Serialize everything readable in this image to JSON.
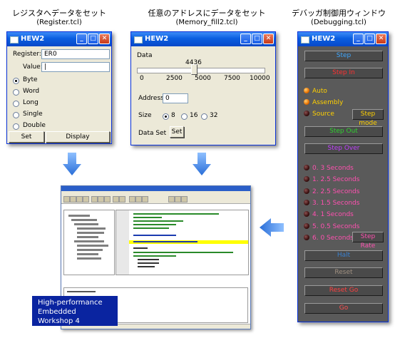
{
  "captions": {
    "left_title": "レジスタへデータをセット",
    "left_sub": "(Register.tcl)",
    "mid_title": "任意のアドレスにデータをセット",
    "mid_sub": "(Memory_fill2.tcl)",
    "right_title": "デバッガ制御用ウィンドウ",
    "right_sub": "(Debugging.tcl)"
  },
  "window_title": "HEW2",
  "register_win": {
    "register_label": "Register:",
    "register_value": "ER0",
    "value_label": "Value:",
    "value_value": "|",
    "sizes": [
      "Byte",
      "Word",
      "Long",
      "Single",
      "Double"
    ],
    "selected_size": "Byte",
    "set_label": "Set",
    "display_label": "Display"
  },
  "memory_win": {
    "data_label": "Data",
    "slider_value": "4436",
    "slider_value_num": 4436,
    "slider_max": 10000,
    "ticks": [
      "0",
      "2500",
      "5000",
      "7500",
      "10000"
    ],
    "address_label": "Address",
    "address_value": "0",
    "size_label": "Size",
    "size_options": [
      "8",
      "16",
      "32"
    ],
    "selected_size": "8",
    "dataset_label": "Data Set",
    "set_label": "Set"
  },
  "debug_win": {
    "step": "Step",
    "step_in": "Step In",
    "modes": [
      {
        "label": "Auto",
        "on": true
      },
      {
        "label": "Assembly",
        "on": true
      },
      {
        "label": "Source",
        "on": false
      }
    ],
    "step_mode": "Step mode",
    "step_out": "Step Out",
    "step_over": "Step Over",
    "rates": [
      "0. 3 Seconds",
      "1. 2.5 Seconds",
      "2. 2.5 Seconds",
      "3. 1.5 Seconds",
      "4. 1 Seconds",
      "5. 0.5 Seconds",
      "6. 0 Seconds"
    ],
    "step_rate": "Step Rate",
    "halt": "Halt",
    "reset": "Reset",
    "reset_go": "Reset Go",
    "go": "Go",
    "colors": {
      "step": "#3fa8ff",
      "step_in": "#ff3030",
      "mode_text": "#ffd000",
      "step_out": "#30d030",
      "step_over": "#c040ff",
      "rate_text": "#ff50b0",
      "halt": "#3a80d0",
      "reset": "#a09080",
      "reset_go": "#ff4040",
      "go": "#ff5050"
    }
  },
  "hew_label": {
    "line1": "High-performance",
    "line2": "Embedded Workshop 4"
  }
}
